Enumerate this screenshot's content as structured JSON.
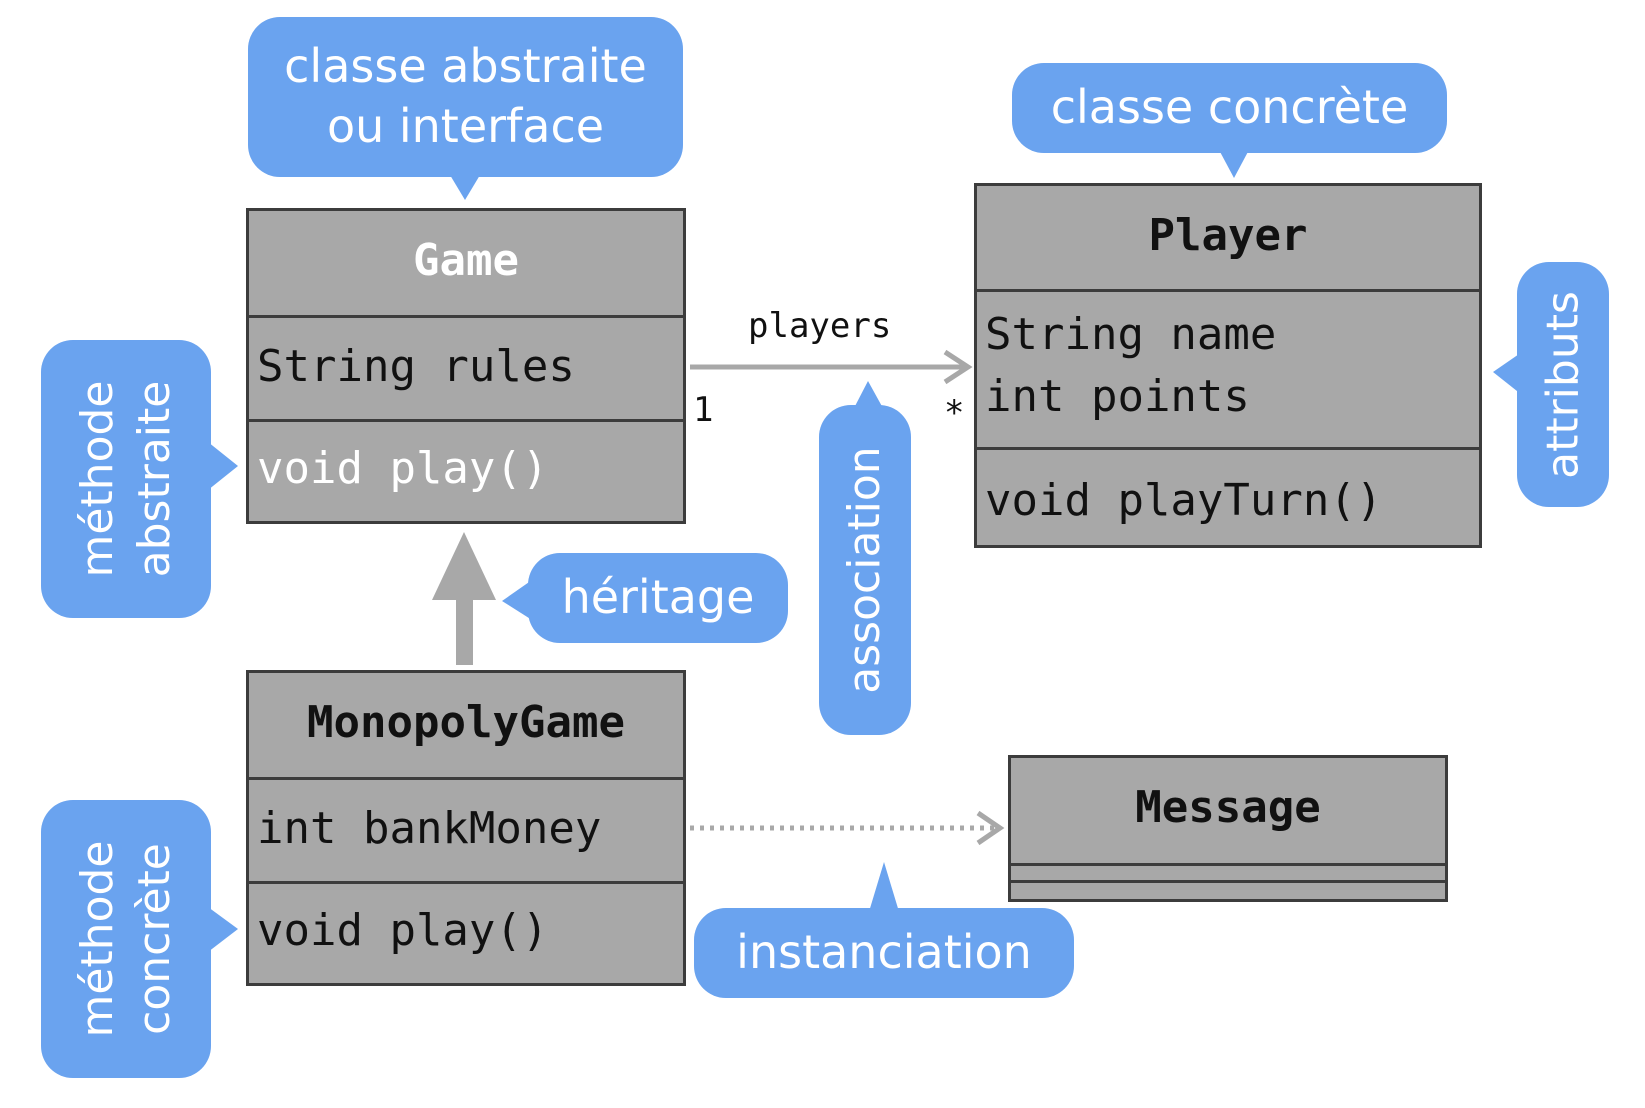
{
  "classes": {
    "game": {
      "name": "Game",
      "attributes": [
        "String rules"
      ],
      "methods": [
        "void play()"
      ]
    },
    "player": {
      "name": "Player",
      "attributes": [
        "String name",
        "int points"
      ],
      "methods": [
        "void playTurn()"
      ]
    },
    "monopoly": {
      "name": "MonopolyGame",
      "attributes": [
        "int bankMoney"
      ],
      "methods": [
        "void play()"
      ]
    },
    "message": {
      "name": "Message"
    }
  },
  "association": {
    "label": "players",
    "source_multiplicity": "1",
    "target_multiplicity": "*"
  },
  "callouts": {
    "abstract_class": "classe abstraite\nou interface",
    "concrete_class": "classe concrète",
    "abstract_method": "méthode\nabstraite",
    "attributes": "attributs",
    "inheritance": "héritage",
    "association": "association",
    "concrete_method": "méthode\nconcrète",
    "instantiation": "instanciation"
  },
  "colors": {
    "bubble": "#6aa3ef",
    "class_fill": "#a8a8a8",
    "class_border": "#3c3c3c",
    "arrow": "#a8a8a8",
    "abstract_title": "#ffffff"
  }
}
